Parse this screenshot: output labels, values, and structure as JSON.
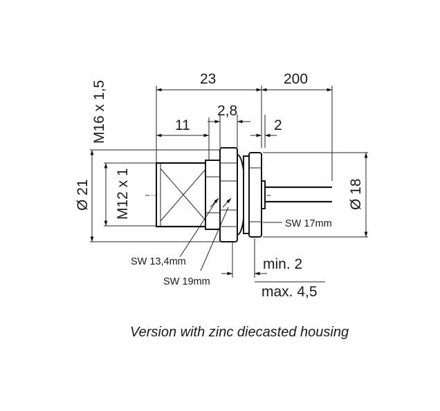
{
  "dimensions": {
    "thread_m16": "M16 x 1,5",
    "length_23": "23",
    "length_200": "200",
    "width_2_8": "2,8",
    "length_11": "11",
    "length_2": "2",
    "diameter_21": "Ø 21",
    "thread_m12": "M12 x 1",
    "diameter_18": "Ø 18",
    "sw_17": "SW 17mm",
    "sw_13_4": "SW 13,4mm",
    "sw_19": "SW 19mm",
    "min_2": "min. 2",
    "max_4_5": "max. 4,5"
  },
  "caption": "Version with zinc diecasted housing"
}
